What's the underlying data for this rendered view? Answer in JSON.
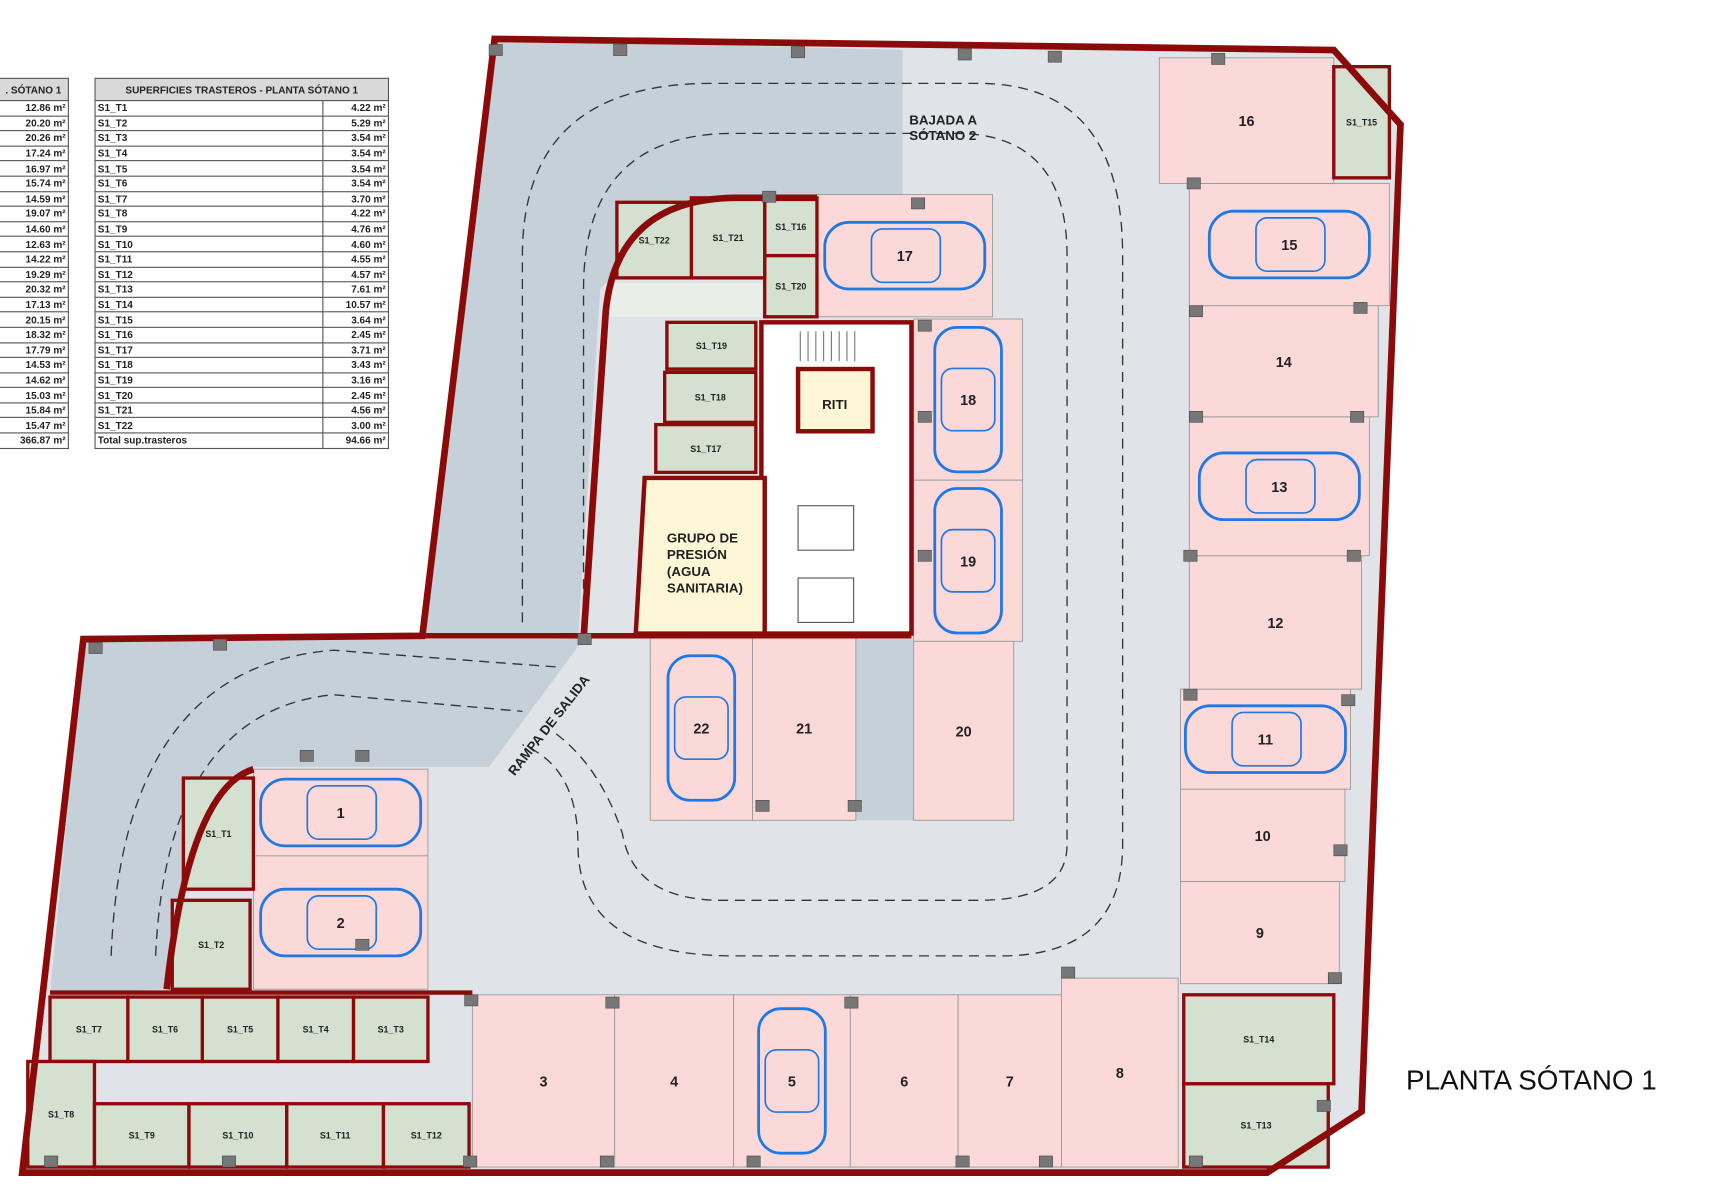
{
  "title": "PLANTA SÓTANO 1",
  "table_parking": {
    "header": ". SÓTANO 1",
    "values": [
      "12.86 m²",
      "20.20 m²",
      "20.26 m²",
      "17.24 m²",
      "16.97 m²",
      "15.74 m²",
      "14.59 m²",
      "19.07 m²",
      "14.60 m²",
      "12.63 m²",
      "14.22 m²",
      "19.29 m²",
      "20.32 m²",
      "17.13 m²",
      "20.15 m²",
      "18.32 m²",
      "17.79 m²",
      "14.53 m²",
      "14.62 m²",
      "15.03 m²",
      "15.84 m²",
      "15.47 m²",
      "366.87 m²"
    ]
  },
  "table_storage": {
    "header": "SUPERFICIES TRASTEROS - PLANTA SÓTANO 1",
    "rows": [
      {
        "name": "S1_T1",
        "area": "4.22 m²"
      },
      {
        "name": "S1_T2",
        "area": "5.29 m²"
      },
      {
        "name": "S1_T3",
        "area": "3.54 m²"
      },
      {
        "name": "S1_T4",
        "area": "3.54 m²"
      },
      {
        "name": "S1_T5",
        "area": "3.54 m²"
      },
      {
        "name": "S1_T6",
        "area": "3.54 m²"
      },
      {
        "name": "S1_T7",
        "area": "3.70 m²"
      },
      {
        "name": "S1_T8",
        "area": "4.22 m²"
      },
      {
        "name": "S1_T9",
        "area": "4.76 m²"
      },
      {
        "name": "S1_T10",
        "area": "4.60 m²"
      },
      {
        "name": "S1_T11",
        "area": "4.55 m²"
      },
      {
        "name": "S1_T12",
        "area": "4.57 m²"
      },
      {
        "name": "S1_T13",
        "area": "7.61 m²"
      },
      {
        "name": "S1_T14",
        "area": "10.57 m²"
      },
      {
        "name": "S1_T15",
        "area": "3.64 m²"
      },
      {
        "name": "S1_T16",
        "area": "2.45 m²"
      },
      {
        "name": "S1_T17",
        "area": "3.71 m²"
      },
      {
        "name": "S1_T18",
        "area": "3.43 m²"
      },
      {
        "name": "S1_T19",
        "area": "3.16 m²"
      },
      {
        "name": "S1_T20",
        "area": "2.45 m²"
      },
      {
        "name": "S1_T21",
        "area": "4.56 m²"
      },
      {
        "name": "S1_T22",
        "area": "3.00 m²"
      },
      {
        "name": "Total sup.trasteros",
        "area": "94.66 m²"
      }
    ]
  },
  "plan": {
    "parking_spaces": [
      "1",
      "2",
      "3",
      "4",
      "5",
      "6",
      "7",
      "8",
      "9",
      "10",
      "11",
      "12",
      "13",
      "14",
      "15",
      "16",
      "17",
      "18",
      "19",
      "20",
      "21",
      "22"
    ],
    "storage_rooms": [
      "S1_T1",
      "S1_T2",
      "S1_T3",
      "S1_T4",
      "S1_T5",
      "S1_T6",
      "S1_T7",
      "S1_T8",
      "S1_T9",
      "S1_T10",
      "S1_T11",
      "S1_T12",
      "S1_T13",
      "S1_T14",
      "S1_T15",
      "S1_T16",
      "S1_T17",
      "S1_T18",
      "S1_T19",
      "S1_T20",
      "S1_T21",
      "S1_T22"
    ],
    "rooms": {
      "pressure_group": [
        "GRUPO DE",
        "PRESIÓN",
        "(AGUA",
        "SANITARIA)"
      ],
      "riti": "RITI"
    },
    "ramp_down": [
      "BAJADA A",
      "SÓTANO 2"
    ],
    "ramp_exit": "RAMPA DE SALIDA",
    "colors": {
      "wall": "#8b0a0a",
      "parking": "#fbd9d9",
      "storage": "#d4e0d0",
      "drive": "#e0e4e8",
      "ramp": "#c6d0d8",
      "service": "#fdf7d8",
      "car": "#1e78e6"
    }
  }
}
